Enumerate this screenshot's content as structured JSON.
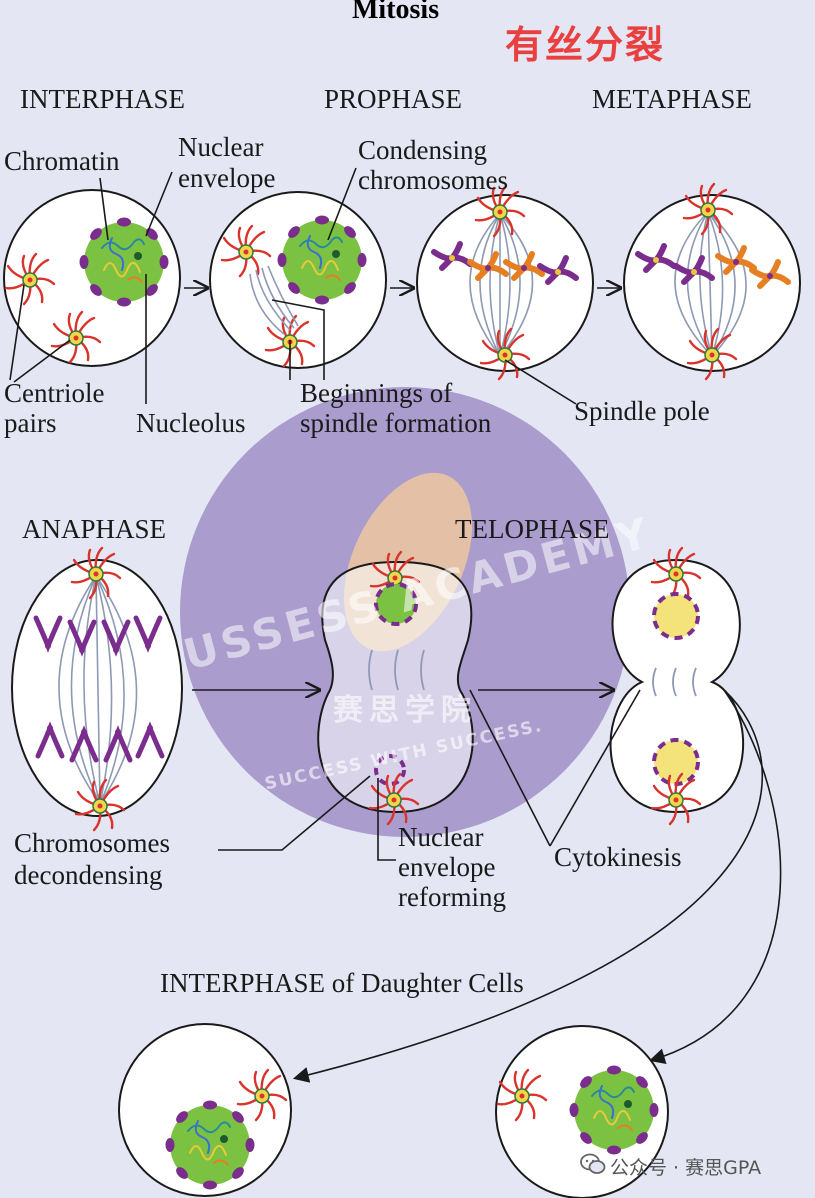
{
  "title": "Mitosis",
  "title_cn": "有丝分裂",
  "phases": {
    "interphase": "INTERPHASE",
    "prophase": "PROPHASE",
    "metaphase": "METAPHASE",
    "anaphase": "ANAPHASE",
    "telophase": "TELOPHASE",
    "daughter": "INTERPHASE of Daughter Cells"
  },
  "labels": {
    "chromatin": "Chromatin",
    "nuclear_envelope_1": "Nuclear",
    "nuclear_envelope_2": "envelope",
    "condensing_1": "Condensing",
    "condensing_2": "chromosomes",
    "centriole_1": "Centriole",
    "centriole_2": "pairs",
    "nucleolus": "Nucleolus",
    "spindle_begin_1": "Beginnings of",
    "spindle_begin_2": "spindle formation",
    "spindle_pole": "Spindle pole",
    "decondensing_1": "Chromosomes",
    "decondensing_2": "decondensing",
    "reforming_1": "Nuclear",
    "reforming_2": "envelope",
    "reforming_3": "reforming",
    "cytokinesis": "Cytokinesis"
  },
  "watermark": {
    "arc_text": "SUSSESS ACADEMY",
    "cn_text": "赛思学院",
    "motto": "SUCCESS WITH SUCCESS.",
    "footer": "公众号 · 赛思GPA"
  },
  "colors": {
    "background": "#e4e6f4",
    "nucleus": "#7cc242",
    "envelope": "#7a2d8c",
    "centriole": "#d9332b",
    "chromosome_purple": "#7a2d8c",
    "chromosome_orange": "#e67e22",
    "spindle": "#8e99b4",
    "watermark": "#8a74b8"
  }
}
